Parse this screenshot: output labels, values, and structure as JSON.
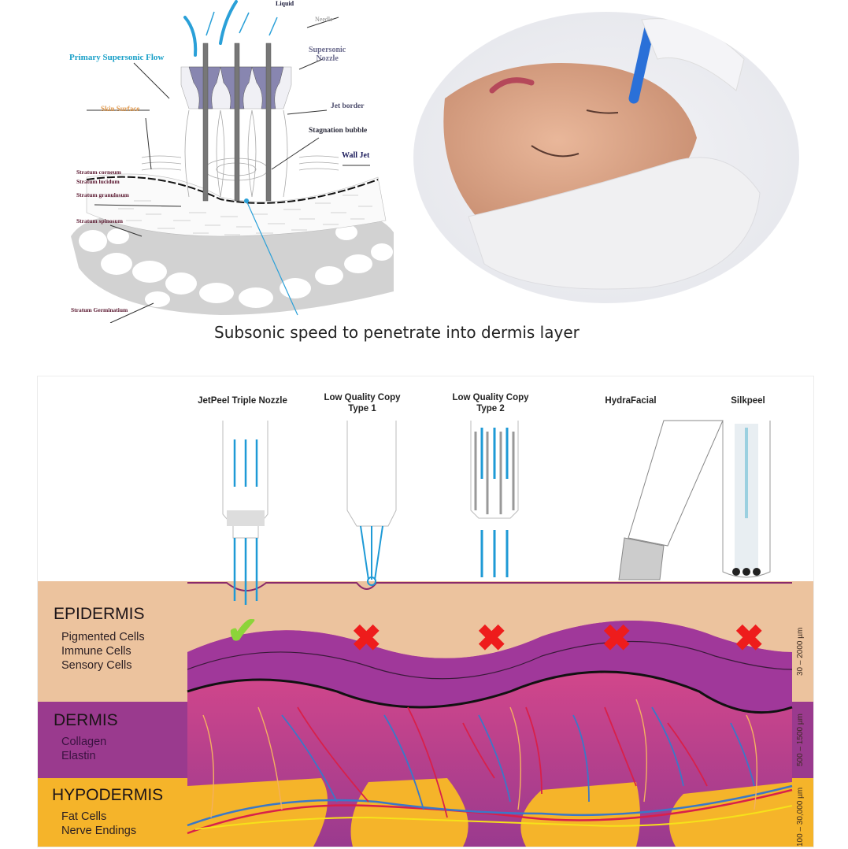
{
  "top_diagram": {
    "labels": {
      "liquid": "Liquid",
      "needle": "Needle",
      "primary_flow": "Primary Supersonic Flow",
      "supersonic_nozzle_1": "Supersonic",
      "supersonic_nozzle_2": "Nozzle",
      "skin_surface": "Skin Surface",
      "jet_border": "Jet border",
      "stagnation_bubble": "Stagnation bubble",
      "wall_jet": "Wall Jet"
    },
    "strata": [
      "Stratum corneum",
      "Stratum lucidum",
      "Stratum granulosum",
      "Stratum spinosum",
      "Stratum Germinatium"
    ],
    "caption": "Subsonic speed to penetrate into dermis layer"
  },
  "photo": {
    "description": "treatment-photo",
    "alt": "Woman receiving facial jet peel treatment"
  },
  "comparison": {
    "devices": [
      {
        "title_line1": "JetPeel Triple Nozzle",
        "title_line2": "",
        "result": "check"
      },
      {
        "title_line1": "Low Quality Copy",
        "title_line2": "Type 1",
        "result": "cross"
      },
      {
        "title_line1": "Low Quality Copy",
        "title_line2": "Type 2",
        "result": "cross"
      },
      {
        "title_line1": "HydraFacial",
        "title_line2": "",
        "result": "cross"
      },
      {
        "title_line1": "Silkpeel",
        "title_line2": "",
        "result": "cross"
      }
    ],
    "layers": [
      {
        "name": "EPIDERMIS",
        "items": [
          "Pigmented Cells",
          "Immune Cells",
          "Sensory Cells"
        ],
        "depth": "30 – 2000 µm",
        "color": "#ecc39e"
      },
      {
        "name": "DERMIS",
        "items": [
          "Collagen",
          "Elastin"
        ],
        "depth": "500 – 1500 µm",
        "color": "#9a3a8e"
      },
      {
        "name": "HYPODERMIS",
        "items": [
          "Fat Cells",
          "Nerve Endings"
        ],
        "depth": "100 – 30,000 µm",
        "color": "#f5b42a"
      }
    ],
    "colors": {
      "check": "#8cd43a",
      "cross": "#ee1c1c",
      "jet": "#1e9ad6"
    }
  }
}
